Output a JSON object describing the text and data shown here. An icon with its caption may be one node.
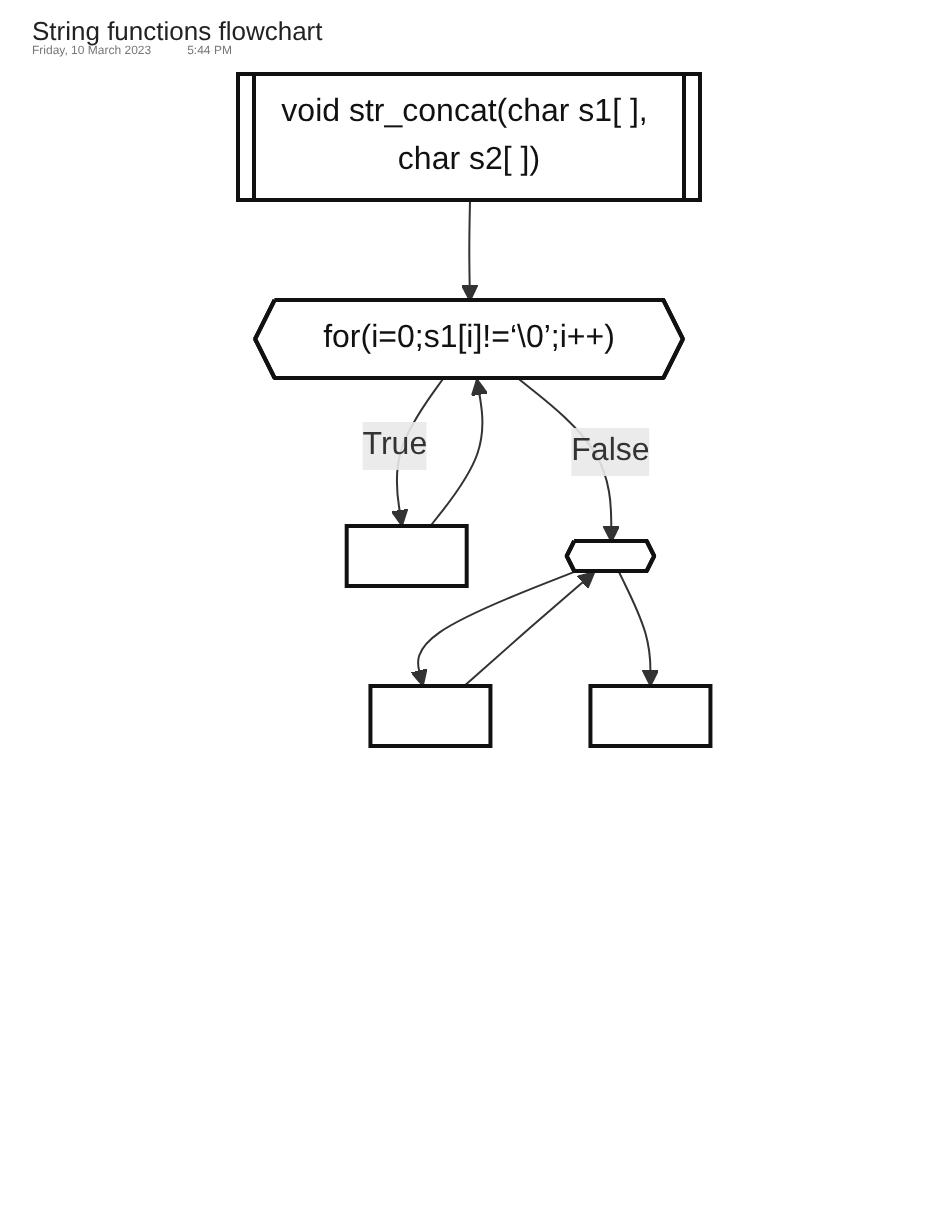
{
  "diagram": {
    "title": "String functions flowchart",
    "nodes": [
      {
        "text": [
          "void str_concat(char s1[ ], char s2[ ])"
        ]
      },
      {
        "text": [
          "for(i=0;s1[i]!=‘\\0’;i++)"
        ]
      },
      {
        "text": [],
        "shape": "box"
      },
      {
        "text": [],
        "shape": "hexagon"
      },
      {
        "text": [],
        "shape": "box"
      },
      {
        "text": [],
        "shape": "box"
      }
    ],
    "edges": [
      {
        "from": 0,
        "to": 1,
        "arrow": "to"
      },
      {
        "from": 1,
        "to": 2,
        "arrow": "to",
        "label": "True"
      },
      {
        "from": 2,
        "to": 1,
        "arrow": "to"
      },
      {
        "from": 1,
        "to": 3,
        "arrow": "to",
        "label": "False"
      },
      {
        "from": 3,
        "to": 4,
        "arrow": "to"
      },
      {
        "from": 4,
        "to": 3,
        "arrow": "to"
      },
      {
        "from": 3,
        "to": 5,
        "arrow": "to"
      }
    ],
    "labels": [
      "Friday, 10 March 2023",
      "5:44 PM"
    ]
  }
}
